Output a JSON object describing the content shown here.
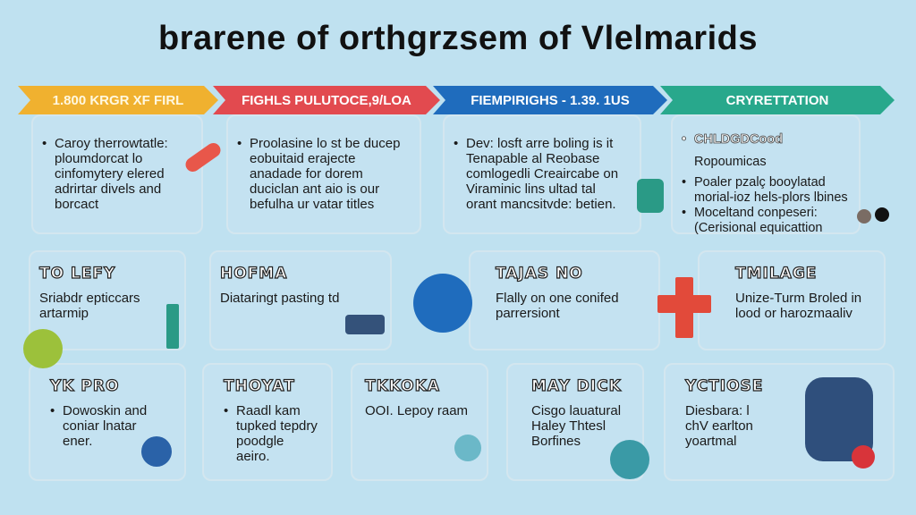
{
  "title": "brarene of orthgrzsem of Vlelmarids",
  "banners": [
    {
      "label": "1.800 KRGR XF FIRL",
      "color": "#f0b12f"
    },
    {
      "label": "FIGHLS PULUTOCE,9/LOA",
      "color": "#e24a4f"
    },
    {
      "label": "FIEMPIRIGHS - 1.39. 1US",
      "color": "#1f6cbd"
    },
    {
      "label": "CRYRETTATION",
      "color": "#28a88c"
    }
  ],
  "row1": [
    {
      "items": [
        "Caroy therrowtatle: ploumdorcat lo cinfomytery elered adrirtar divels and borcact"
      ]
    },
    {
      "items": [
        "Proolasine lo st be ducep eobuitaid erajecte anadade for dorem duciclan ant aio is our befulha ur vatar titles"
      ]
    },
    {
      "items": [
        "Dev: losft arre boling is it Tenapable al Reobase comlogedli Creaircabe on Viraminic lins ultad tal orant mancsitvde: betien."
      ]
    },
    {
      "items": [
        "CHLDGDCood"
      ],
      "sub": "Ropoumicas",
      "items2": [
        "Poaler pzalç booylatad morial-ioz hels-plors lbines",
        "Moceltand conpeseri: (Cerisional equicattion"
      ]
    }
  ],
  "row2": [
    {
      "heading": "TO LEFY",
      "text": "Sriabdr epticcars artarmip"
    },
    {
      "heading": "HOFMA",
      "text": "Diataringt pasting td"
    },
    {
      "heading": "TAJAS NO",
      "text": "Flally on one conifed parrersiont"
    },
    {
      "heading": "TMILAGE",
      "text": "Unize-Turm Broled in lood or harozmaaliv"
    }
  ],
  "row3": [
    {
      "heading": "YK PRO",
      "items": [
        "Dowoskin and coniar lnatar ener."
      ]
    },
    {
      "heading": "THOYAT",
      "items": [
        "Raadl kam tupked tepdry poodgle aeiro."
      ]
    },
    {
      "heading": "TKKOKA",
      "text": "OOI. Lepoy raam"
    },
    {
      "heading": "MAY DICK",
      "text": "Cisgo lauatural Haley Thtesl Borfines"
    },
    {
      "heading": "YCTIOSE",
      "text": "Diesbara: l chV earlton yoartmal"
    }
  ]
}
